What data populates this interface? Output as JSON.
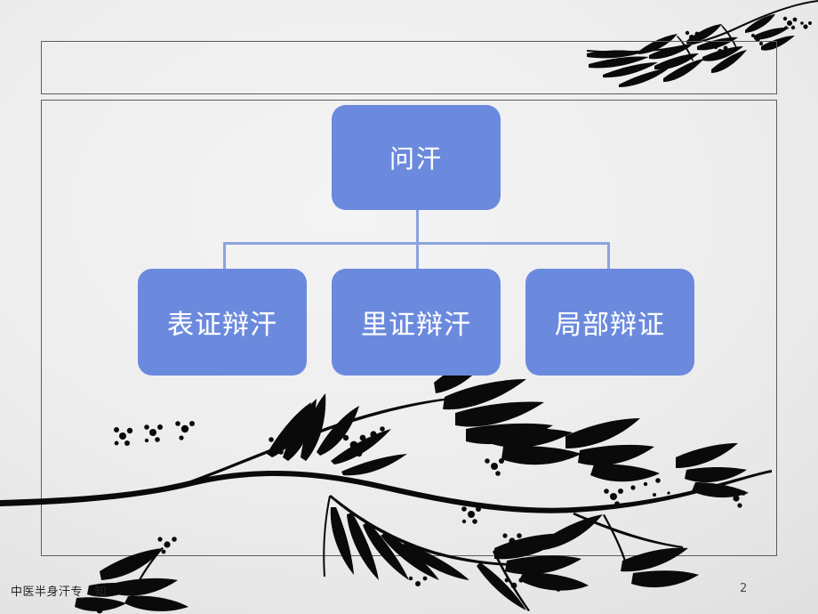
{
  "slide": {
    "page_number": "2",
    "footer_note": "中医半身汗专　知",
    "background_color": "#e9e9ea",
    "accent_color": "#6b8ade",
    "connector_color": "#8ba4de",
    "frame_border_color": "#5c5c5c",
    "node_text_color": "#ffffff"
  },
  "title_placeholder": {
    "text": ""
  },
  "org_chart": {
    "root": {
      "label": "问汗"
    },
    "children": [
      {
        "label": "表证辩汗"
      },
      {
        "label": "里证辩汗"
      },
      {
        "label": "局部辩证"
      }
    ]
  },
  "decorations": {
    "top_right": "bamboo-branch-icon",
    "bottom": "bamboo-branch-icon"
  }
}
